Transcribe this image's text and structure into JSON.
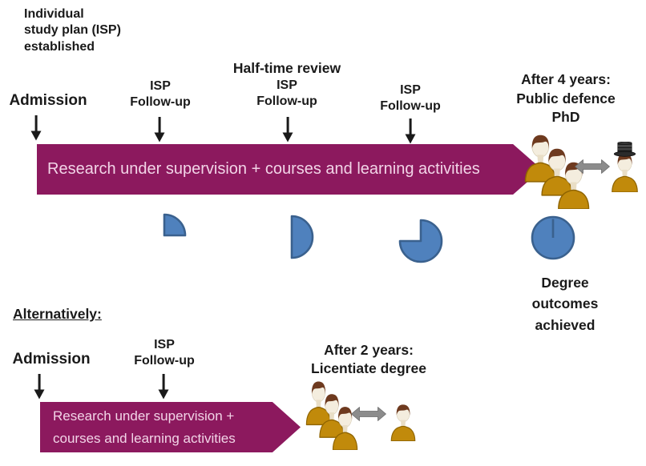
{
  "colors": {
    "banner": "#8C195E",
    "banner_text": "#F2D4E7",
    "pie_fill": "#4F81BD",
    "pie_stroke": "#3A618E",
    "person_body": "#C18A0B",
    "person_body_dark": "#8F6400",
    "person_face": "#F4EDDE",
    "person_hair": "#6E3A1F",
    "arrow_gray": "#8C8C8C",
    "text": "#1A1A1A"
  },
  "milestones": {
    "type": "pie-progress",
    "values_pct": [
      25,
      50,
      75,
      100
    ]
  },
  "phd_track": {
    "isp_established": "Individual\nstudy plan (ISP)\nestablished",
    "admission": "Admission",
    "followups": [
      "ISP\nFollow-up",
      "ISP\nFollow-up",
      "ISP\nFollow-up"
    ],
    "halftime_review": "Half-time review",
    "after_4_years": "After 4 years:\nPublic defence\nPhD",
    "banner": "Research  under supervision + courses and learning activities",
    "degree_outcomes": "Degree\noutcomes\nachieved"
  },
  "licentiate_track": {
    "heading": "Alternatively:",
    "admission": "Admission",
    "followup": "ISP\nFollow-up",
    "after_2_years": "After 2 years:\nLicentiate degree",
    "banner": "Research  under supervision +\ncourses and learning activities"
  }
}
